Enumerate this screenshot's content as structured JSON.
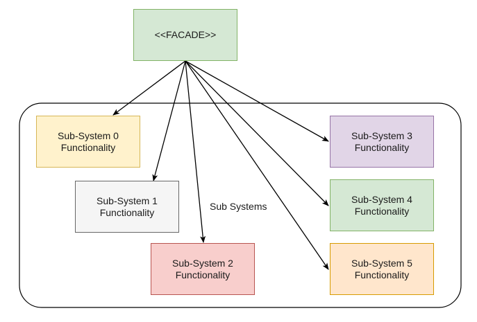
{
  "facade": {
    "label": "<<FACADE>>",
    "fill": "#d5e8d4",
    "stroke": "#82b366"
  },
  "container": {
    "label": "Sub Systems"
  },
  "subsystems": [
    {
      "line1": "Sub-System 0",
      "line2": "Functionality",
      "fill": "#fff2cc",
      "stroke": "#d6b656"
    },
    {
      "line1": "Sub-System 1",
      "line2": "Functionality",
      "fill": "#f5f5f5",
      "stroke": "#666666"
    },
    {
      "line1": "Sub-System 2",
      "line2": "Functionality",
      "fill": "#f8cecc",
      "stroke": "#b85450"
    },
    {
      "line1": "Sub-System 3",
      "line2": "Functionality",
      "fill": "#e1d5e7",
      "stroke": "#9673a6"
    },
    {
      "line1": "Sub-System 4",
      "line2": "Functionality",
      "fill": "#d5e8d4",
      "stroke": "#82b366"
    },
    {
      "line1": "Sub-System 5",
      "line2": "Functionality",
      "fill": "#ffe6cc",
      "stroke": "#d79b00"
    }
  ],
  "arrow_color": "#000000"
}
